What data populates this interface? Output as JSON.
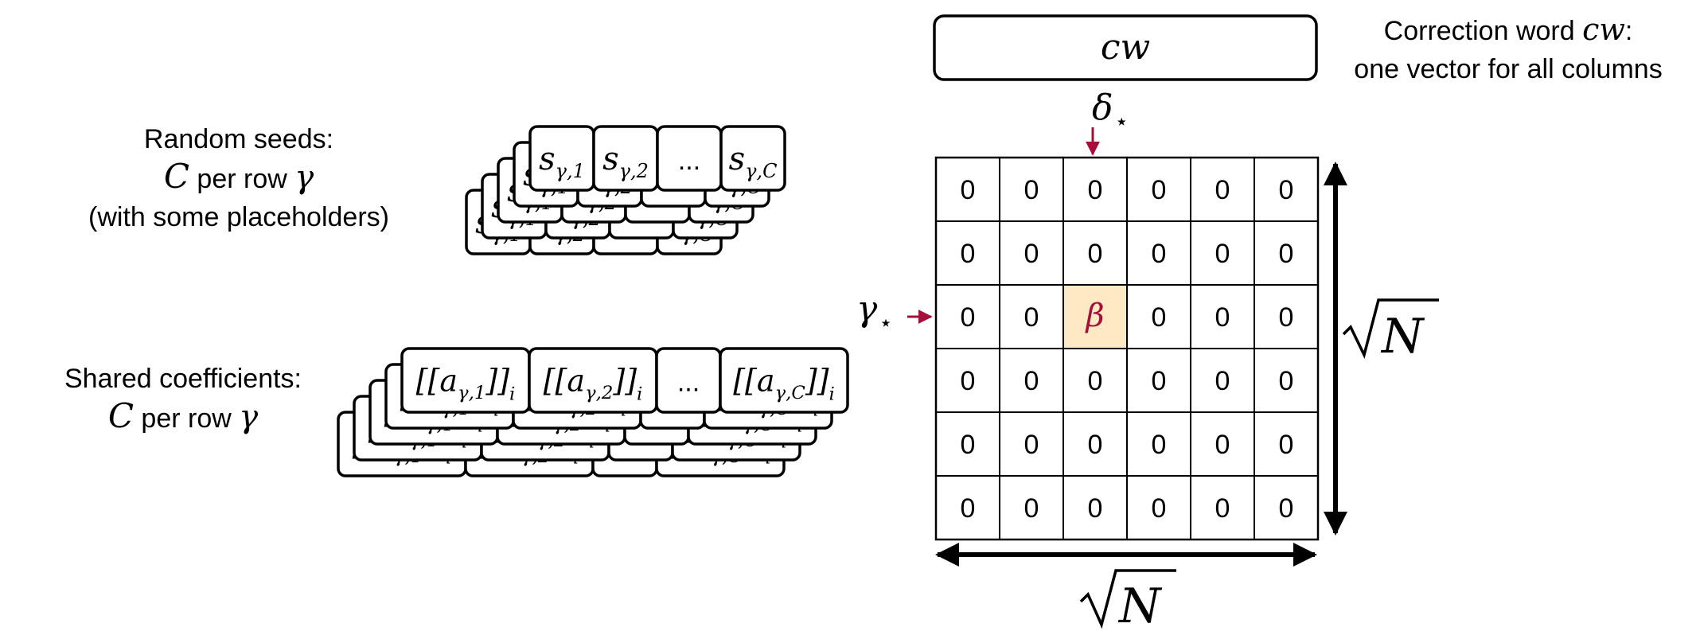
{
  "colors": {
    "accent": "#a50f3a",
    "highlight_cell": "#fde9c4",
    "line": "#000000"
  },
  "correction_word": {
    "box_label": "cw",
    "caption_line1_prefix": "Correction word ",
    "caption_line1_math": "cw",
    "caption_line1_suffix": ":",
    "caption_line2": "one vector for all columns"
  },
  "random_seeds": {
    "caption_line1": "Random seeds:",
    "caption_line2_math": "C",
    "caption_line2_text": " per row ",
    "caption_line2_gamma": "γ",
    "caption_line3": "(with some placeholders)",
    "cards": [
      {
        "base": "s",
        "sub": "γ,1"
      },
      {
        "base": "s",
        "sub": "γ,2"
      },
      {
        "base": "...",
        "sub": ""
      },
      {
        "base": "s",
        "sub": "γ,C"
      }
    ]
  },
  "shared_coefficients": {
    "caption_line1": "Shared coefficients:",
    "caption_line2_math": "C",
    "caption_line2_text": " per row ",
    "caption_line2_gamma": "γ",
    "cards": [
      {
        "base": "[[a",
        "sub": "γ,1",
        "close": "]]",
        "outer_sub": "i"
      },
      {
        "base": "[[a",
        "sub": "γ,2",
        "close": "]]",
        "outer_sub": "i"
      },
      {
        "base": "...",
        "sub": "",
        "close": "",
        "outer_sub": ""
      },
      {
        "base": "[[a",
        "sub": "γ,C",
        "close": "]]",
        "outer_sub": "i"
      }
    ]
  },
  "matrix": {
    "cells": [
      [
        "0",
        "0",
        "0",
        "0",
        "0",
        "0"
      ],
      [
        "0",
        "0",
        "0",
        "0",
        "0",
        "0"
      ],
      [
        "0",
        "0",
        "β",
        "0",
        "0",
        "0"
      ],
      [
        "0",
        "0",
        "0",
        "0",
        "0",
        "0"
      ],
      [
        "0",
        "0",
        "0",
        "0",
        "0",
        "0"
      ],
      [
        "0",
        "0",
        "0",
        "0",
        "0",
        "0"
      ]
    ],
    "highlight": {
      "row": 2,
      "col": 2
    },
    "delta_label": "δ",
    "delta_sub": "⋆",
    "gamma_label": "γ",
    "gamma_sub": "⋆",
    "dim_label": "N"
  }
}
